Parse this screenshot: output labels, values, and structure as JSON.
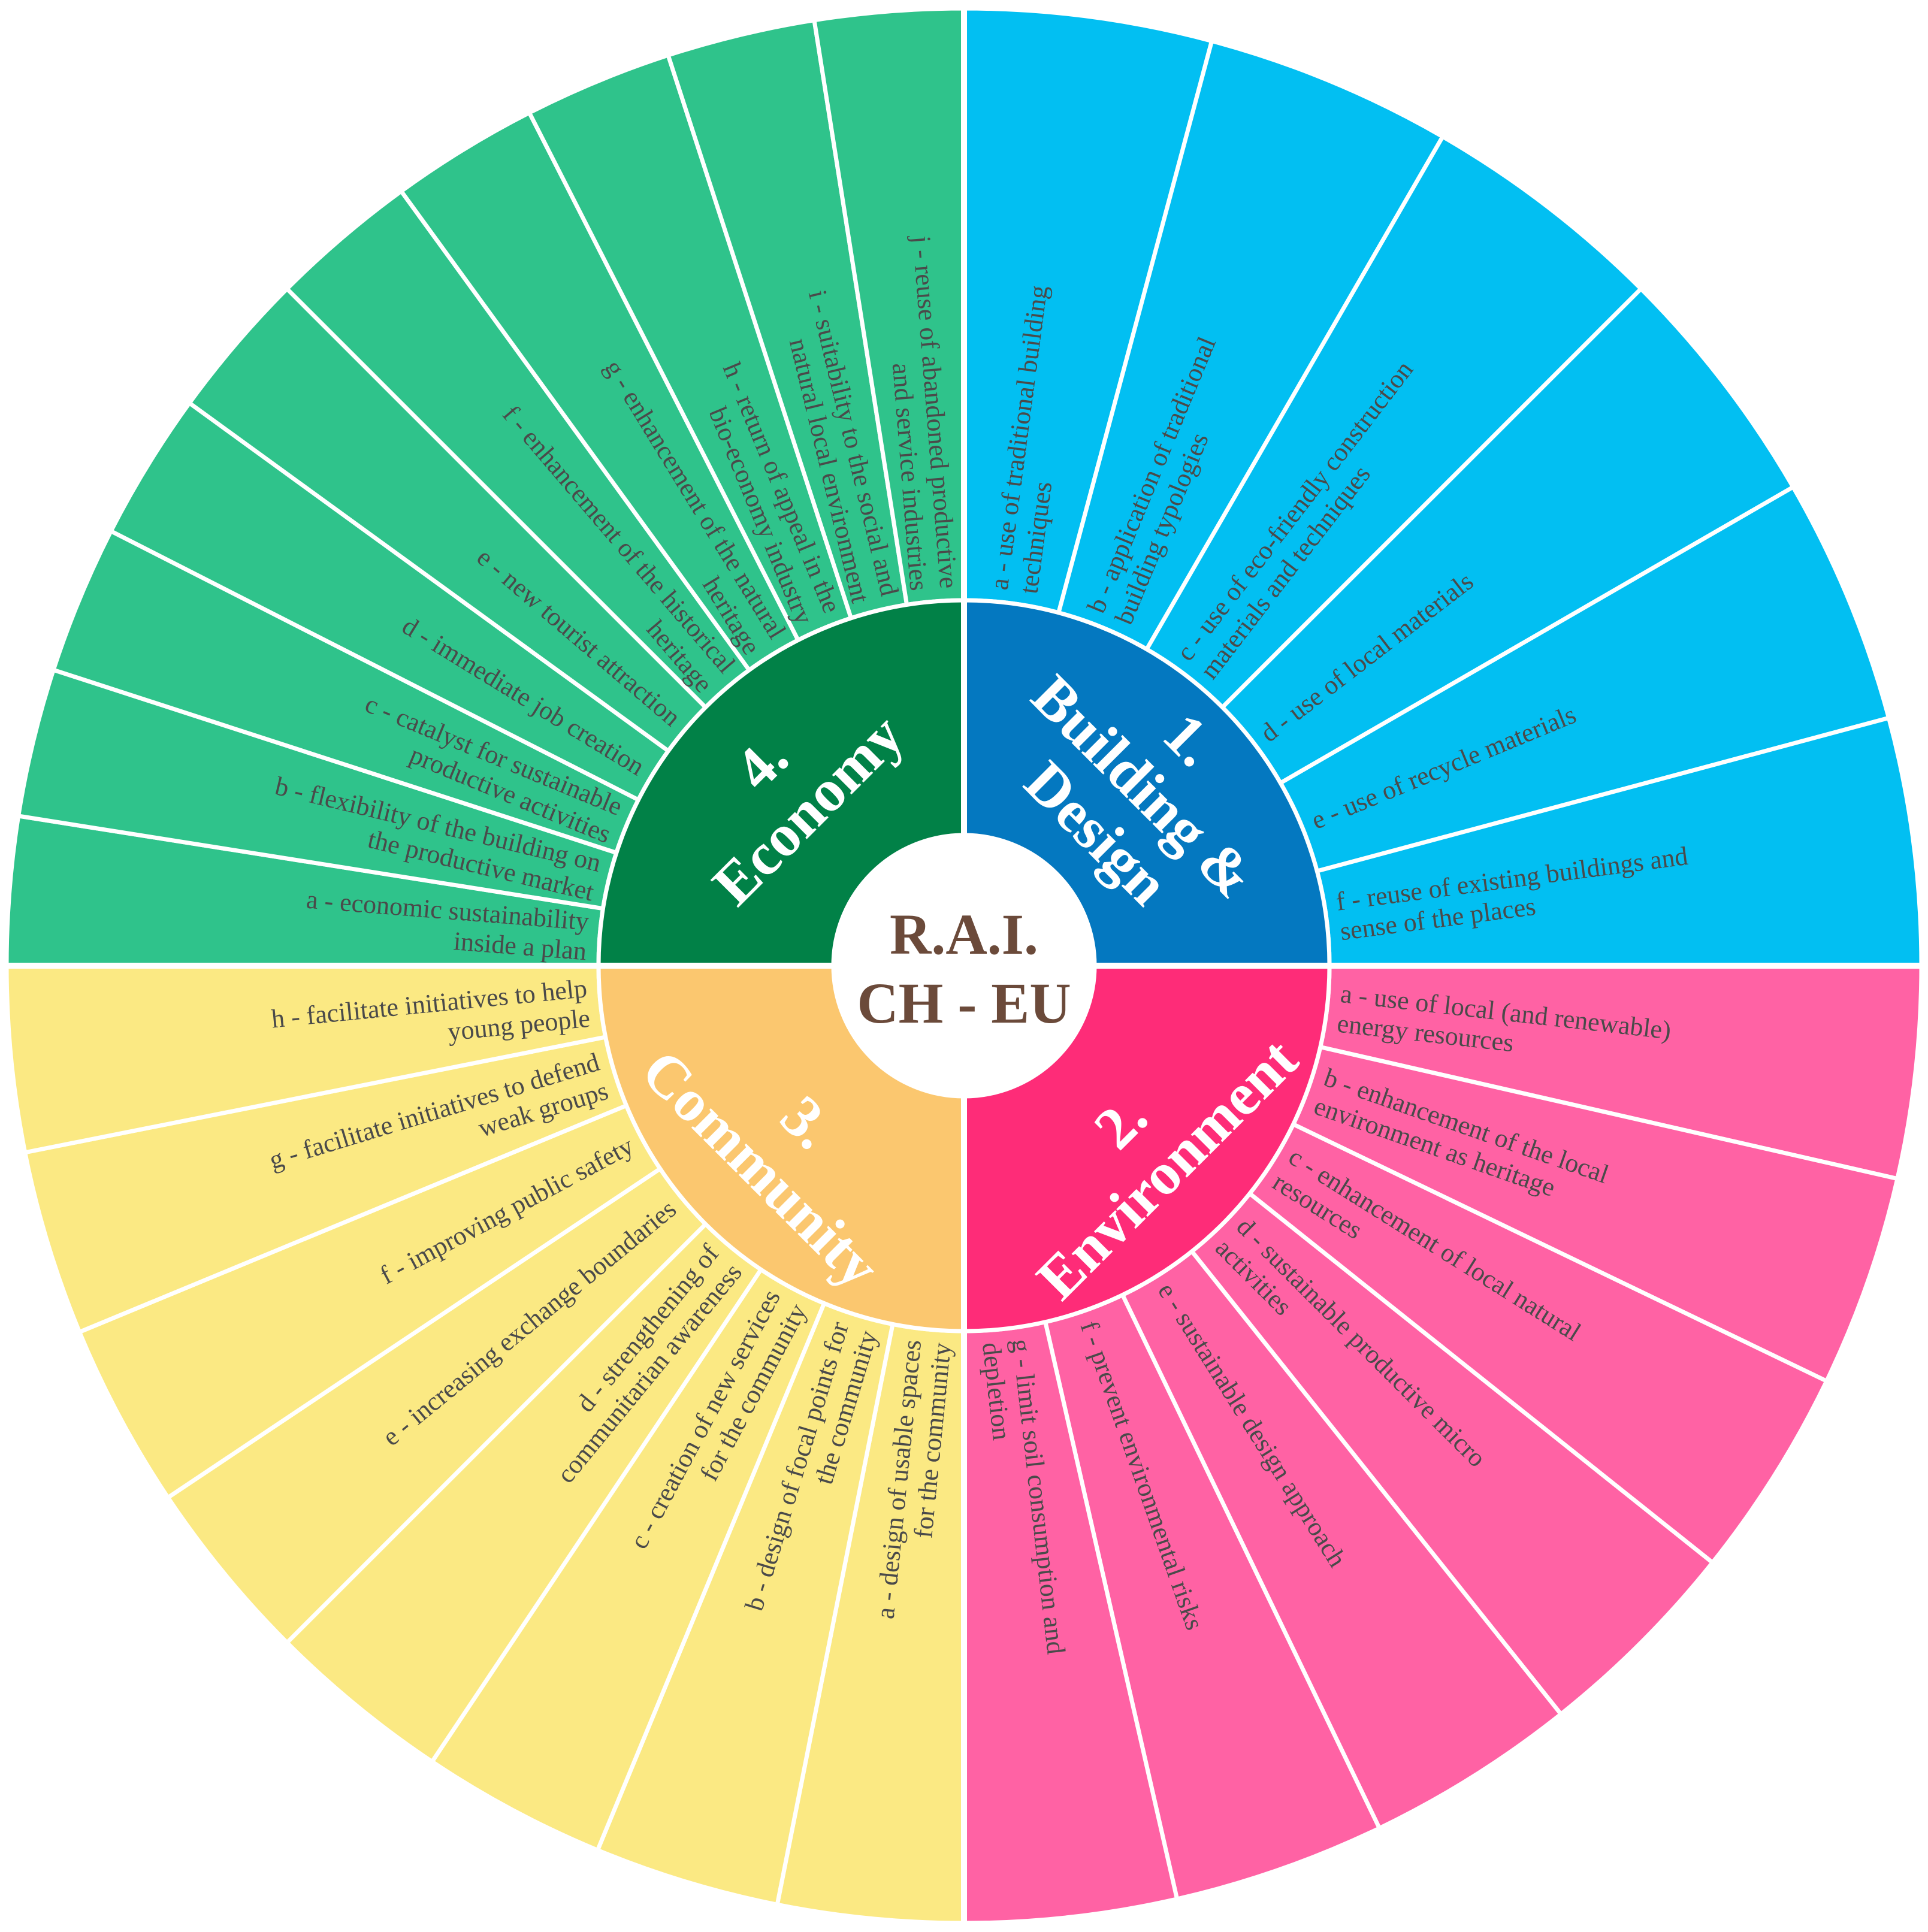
{
  "center": {
    "line1": "R.A.I.",
    "line2": "CH - EU",
    "color": "#6b4a3a"
  },
  "categories": [
    {
      "id": "building",
      "number": "1.",
      "title_lines": [
        "Building &",
        "Design"
      ],
      "inner_color": "#0478c0",
      "outer_color": "#02bff2",
      "items": [
        [
          "a - use of traditional building",
          "techniques"
        ],
        [
          "b - application of traditional",
          "building typologies"
        ],
        [
          "c - use of eco-friendly construction",
          "materials and techniques"
        ],
        [
          "d - use of local materials"
        ],
        [
          "e - use of recycle materials"
        ],
        [
          "f - reuse of existing buildings and",
          "sense of the places"
        ]
      ]
    },
    {
      "id": "environment",
      "number": "2.",
      "title_lines": [
        "Environment"
      ],
      "inner_color": "#fe2c78",
      "outer_color": "#ff62a4",
      "items": [
        [
          "a - use of local (and renewable)",
          "energy resources"
        ],
        [
          "b - enhancement of the local",
          "environment as heritage"
        ],
        [
          "c - enhancement of local natural",
          "resources"
        ],
        [
          "d - sustainable productive micro",
          "activities"
        ],
        [
          "e - sustainable design approach"
        ],
        [
          "f - prevent environmental risks"
        ],
        [
          "g - limit soil consumption and",
          "depletion"
        ]
      ]
    },
    {
      "id": "community",
      "number": "3.",
      "title_lines": [
        "Community"
      ],
      "inner_color": "#fbc76f",
      "outer_color": "#fbe983",
      "items": [
        [
          "a - design of usable spaces",
          "for the community"
        ],
        [
          "b - design of focal points for",
          "the community"
        ],
        [
          "c - creation of new services",
          "for the community"
        ],
        [
          "d - strengthening of",
          "communitarian awareness"
        ],
        [
          "e - increasing exchange boundaries"
        ],
        [
          "f - improving public safety"
        ],
        [
          "g - facilitate initiatives to defend",
          "weak groups"
        ],
        [
          "h - facilitate initiatives to help",
          "young people"
        ]
      ]
    },
    {
      "id": "economy",
      "number": "4.",
      "title_lines": [
        "Economy"
      ],
      "inner_color": "#018147",
      "outer_color": "#2fc38b",
      "items": [
        [
          "a - economic sustainability",
          "inside a plan"
        ],
        [
          "b - flexibility of the building on",
          "the productive market"
        ],
        [
          "c - catalyst for sustainable",
          "productive activities"
        ],
        [
          "d - immediate job creation"
        ],
        [
          "e - new tourist attraction"
        ],
        [
          "f - enhancement of the historical",
          "heritage"
        ],
        [
          "g - enhancement of the natural",
          "heritage"
        ],
        [
          "h - return of appeal in the",
          "bio-economy industry"
        ],
        [
          "i - suitability to the social and",
          "natural local environment"
        ],
        [
          "j - reuse of abandoned productive",
          "and service industries"
        ]
      ]
    }
  ]
}
